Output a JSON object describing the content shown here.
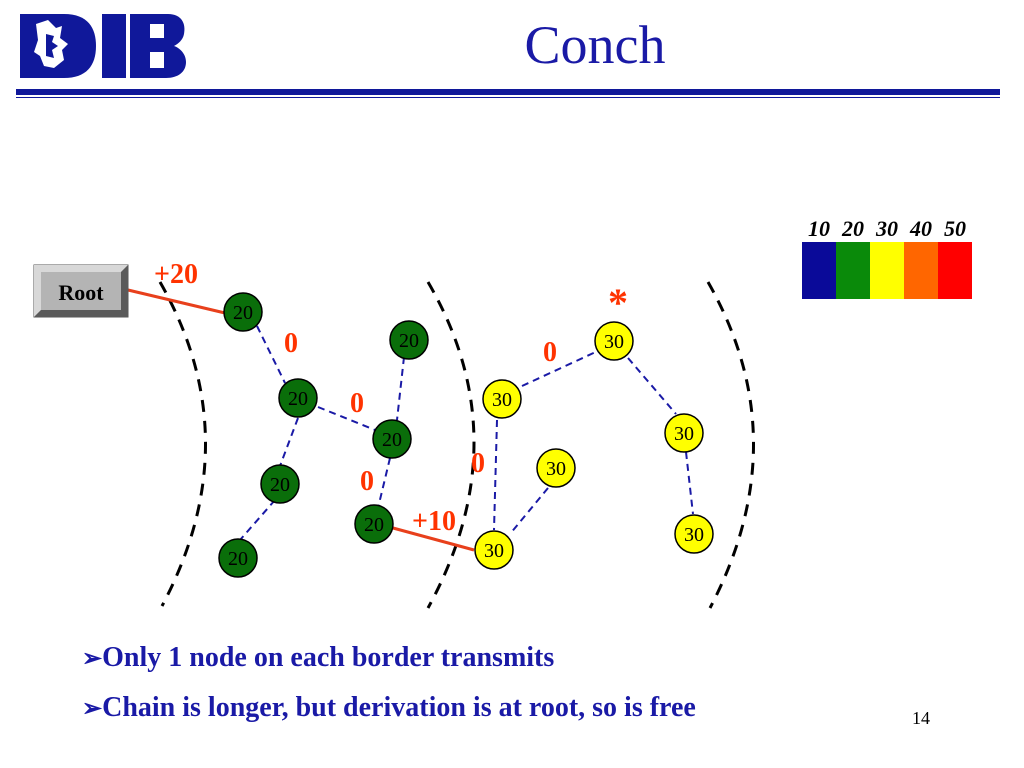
{
  "title": "Conch",
  "root_label": "Root",
  "nodes": [
    {
      "id": "n1",
      "label": "20",
      "color": "#0a6e0a"
    },
    {
      "id": "n2",
      "label": "20",
      "color": "#0a6e0a"
    },
    {
      "id": "n3",
      "label": "20",
      "color": "#0a6e0a"
    },
    {
      "id": "n4",
      "label": "20",
      "color": "#0a6e0a"
    },
    {
      "id": "n5",
      "label": "20",
      "color": "#0a6e0a"
    },
    {
      "id": "n6",
      "label": "20",
      "color": "#0a6e0a"
    },
    {
      "id": "n7",
      "label": "20",
      "color": "#0a6e0a"
    },
    {
      "id": "n8",
      "label": "30",
      "color": "#ffff00"
    },
    {
      "id": "n9",
      "label": "30",
      "color": "#ffff00"
    },
    {
      "id": "n10",
      "label": "30",
      "color": "#ffff00"
    },
    {
      "id": "n11",
      "label": "30",
      "color": "#ffff00"
    },
    {
      "id": "n12",
      "label": "30",
      "color": "#ffff00"
    },
    {
      "id": "n13",
      "label": "30",
      "color": "#ffff00"
    }
  ],
  "edge_labels": [
    "+20",
    "0",
    "0",
    "0",
    "+10",
    "0",
    "0"
  ],
  "star": "*",
  "legend": {
    "labels": [
      "10",
      "20",
      "30",
      "40",
      "50"
    ],
    "colors": [
      "#0a0a99",
      "#0a8a0a",
      "#ffff00",
      "#ff6600",
      "#ff0000"
    ]
  },
  "bullets": [
    "Only 1 node on each border transmits",
    "Chain is longer, but derivation is at root, so is free"
  ],
  "bullet_marker": "➢",
  "page_number": "14",
  "colors": {
    "title": "#1a1aa6",
    "accent": "#ff3300",
    "edge": "#1a1aa6",
    "solid_edge": "#e8401c"
  }
}
